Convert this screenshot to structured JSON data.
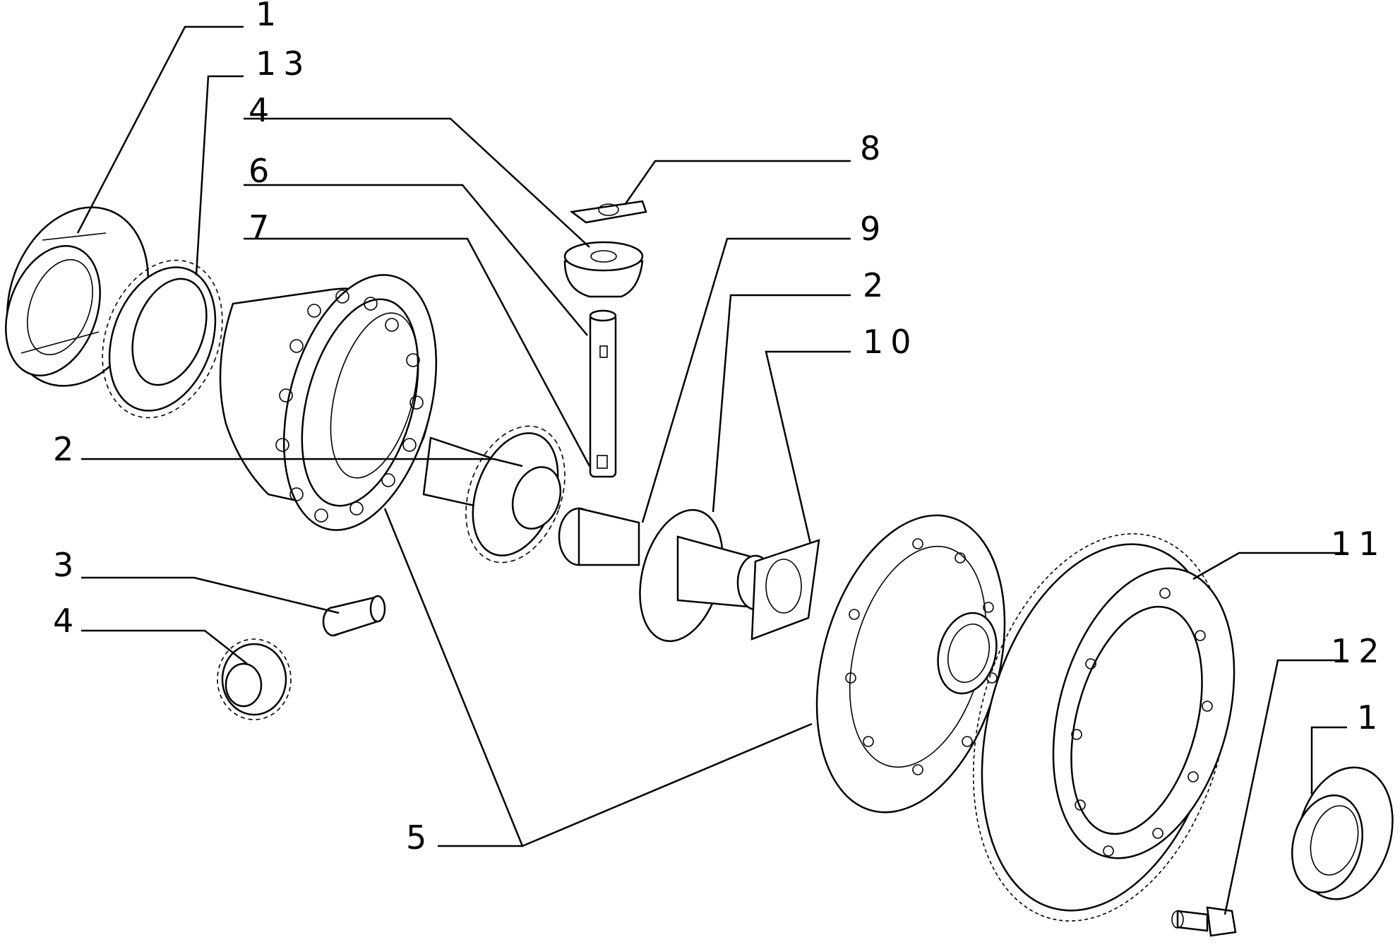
{
  "diagram": {
    "callouts": [
      {
        "id": "c1a",
        "label": "1"
      },
      {
        "id": "c13",
        "label": "13"
      },
      {
        "id": "c4a",
        "label": "4"
      },
      {
        "id": "c6",
        "label": "6"
      },
      {
        "id": "c7",
        "label": "7"
      },
      {
        "id": "c8",
        "label": "8"
      },
      {
        "id": "c9",
        "label": "9"
      },
      {
        "id": "c2a",
        "label": "2"
      },
      {
        "id": "c10",
        "label": "10"
      },
      {
        "id": "c2b",
        "label": "2"
      },
      {
        "id": "c3",
        "label": "3"
      },
      {
        "id": "c4b",
        "label": "4"
      },
      {
        "id": "c11",
        "label": "11"
      },
      {
        "id": "c12",
        "label": "12"
      },
      {
        "id": "c1b",
        "label": "1"
      },
      {
        "id": "c5",
        "label": "5"
      }
    ]
  }
}
